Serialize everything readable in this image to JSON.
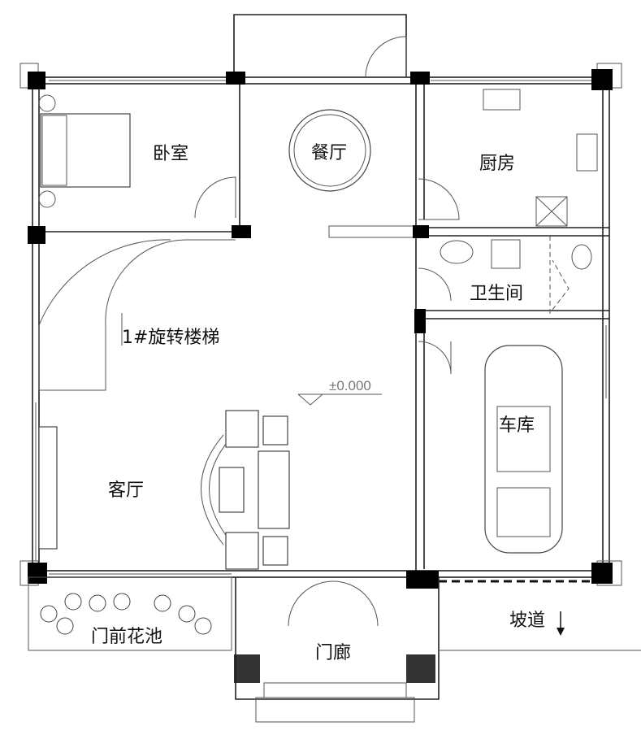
{
  "plan": {
    "rooms": {
      "bedroom": "卧室",
      "dining": "餐厅",
      "kitchen": "厨房",
      "bathroom": "卫生间",
      "stair": "1#旋转楼梯",
      "living": "客厅",
      "garage": "车库",
      "flower_bed": "门前花池",
      "ramp": "坡道",
      "porch": "门廊"
    },
    "level_mark": "±0.000"
  }
}
